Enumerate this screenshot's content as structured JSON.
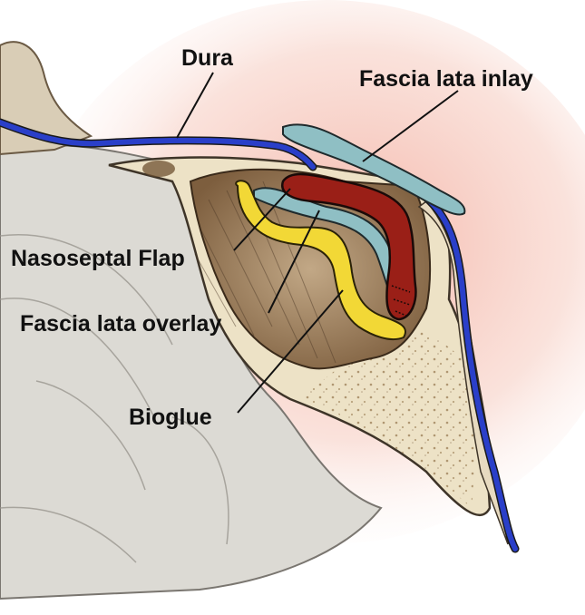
{
  "labels": {
    "dura": "Dura",
    "fascia_lata_inlay": "Fascia lata inlay",
    "nasoseptal_flap": "Nasoseptal Flap",
    "fascia_lata_overlay": "Fascia lata overlay",
    "bioglue": "Bioglue"
  },
  "colors": {
    "dura": "#2a3fc9",
    "fascia_lata": "#8fbfc4",
    "nasoseptal_flap": "#9a1f17",
    "bioglue": "#f2d836",
    "bone": "#ece0c2",
    "bone_speckle": "#8a6a40",
    "mucosa_background": "#f6c9be",
    "soft_tissue": "#d8d6d0",
    "cavity": "#a98a68"
  }
}
